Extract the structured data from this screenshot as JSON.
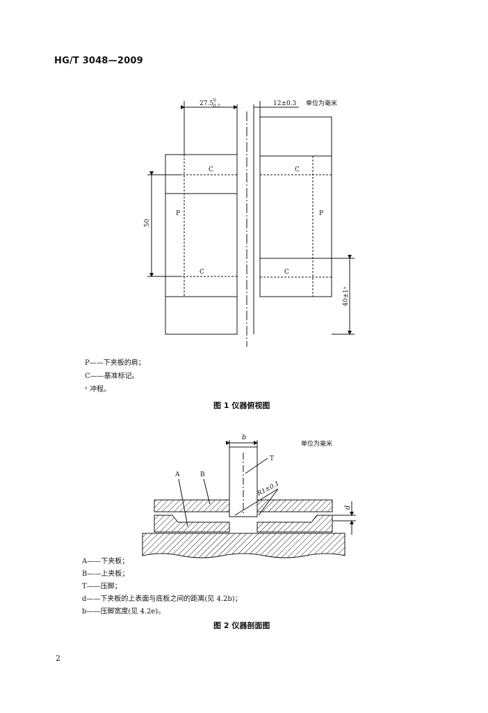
{
  "header": {
    "doc_code": "HG/T 3048—2009"
  },
  "figure1": {
    "dim_left": "27.5",
    "dim_left_tol_upper": "0",
    "dim_left_tol_lower": "-0.2",
    "dim_right": "12±0.3",
    "unit_note": "单位为毫米",
    "dim_height": "50",
    "dim_stroke": "40±1ᵃ",
    "label_c": "C",
    "label_p": "P",
    "legend": [
      "P——下夹板的肩；",
      "C——基准标记。",
      "ᵃ  冲程。"
    ],
    "caption": "图 1   仪器俯视图"
  },
  "figure2": {
    "unit_note": "单位为毫米",
    "label_b": "b",
    "label_t": "T",
    "label_a": "A",
    "label_bb": "B",
    "label_r": "R1±0.1",
    "label_d": "d",
    "legend": [
      "A——下夹板；",
      "B——上夹板；",
      "T——压脚；",
      "d——下夹板的上表面与底板之间的距离(见 4.2b)；",
      "b——压脚宽度(见 4.2e)。"
    ],
    "caption": "图 2   仪器剖面图"
  },
  "page_number": "2"
}
